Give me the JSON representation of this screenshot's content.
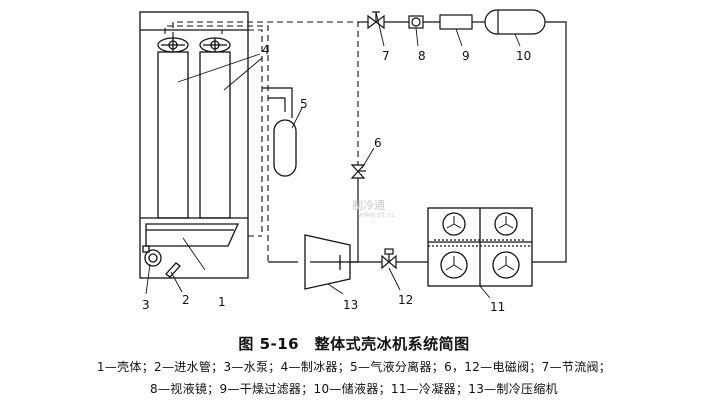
{
  "figure": {
    "caption": "图 5-16　整体式壳冰机系统简图",
    "legend_line1": "1—壳体；2—进水管；3—水泵；4—制冰器；5—气液分离器；6，12—电磁阀；7—节流阀；",
    "legend_line2": "8—视液镜；9—干燥过滤器；10—储液器；11—冷凝器；13—制冷压缩机"
  },
  "labels": {
    "n1": "1",
    "n2": "2",
    "n3": "3",
    "n4": "4",
    "n5": "5",
    "n6": "6",
    "n7": "7",
    "n8": "8",
    "n9": "9",
    "n10": "10",
    "n11": "11",
    "n12": "12",
    "n13": "13"
  },
  "watermark": {
    "main": "制冷通",
    "sub": "www.zlt.cc"
  }
}
